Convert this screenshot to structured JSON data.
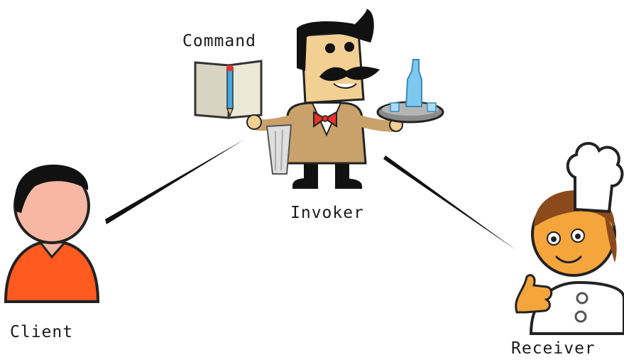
{
  "diagram": {
    "labels": {
      "command": "Command",
      "invoker": "Invoker",
      "client": "Client",
      "receiver": "Receiver"
    },
    "colors": {
      "connector": "#111111",
      "client_shirt": "#ff5a1f",
      "client_skin": "#f7b7a3",
      "waiter_jacket": "#c9a16a",
      "waiter_bowtie": "#e8322b",
      "chef_skin": "#f4a53c",
      "chef_hair": "#8b4a1c",
      "glass": "#7ec8f0"
    },
    "icons": [
      "client-figure",
      "waiter-figure",
      "chef-figure",
      "order-book-icon",
      "tray-icon"
    ]
  }
}
